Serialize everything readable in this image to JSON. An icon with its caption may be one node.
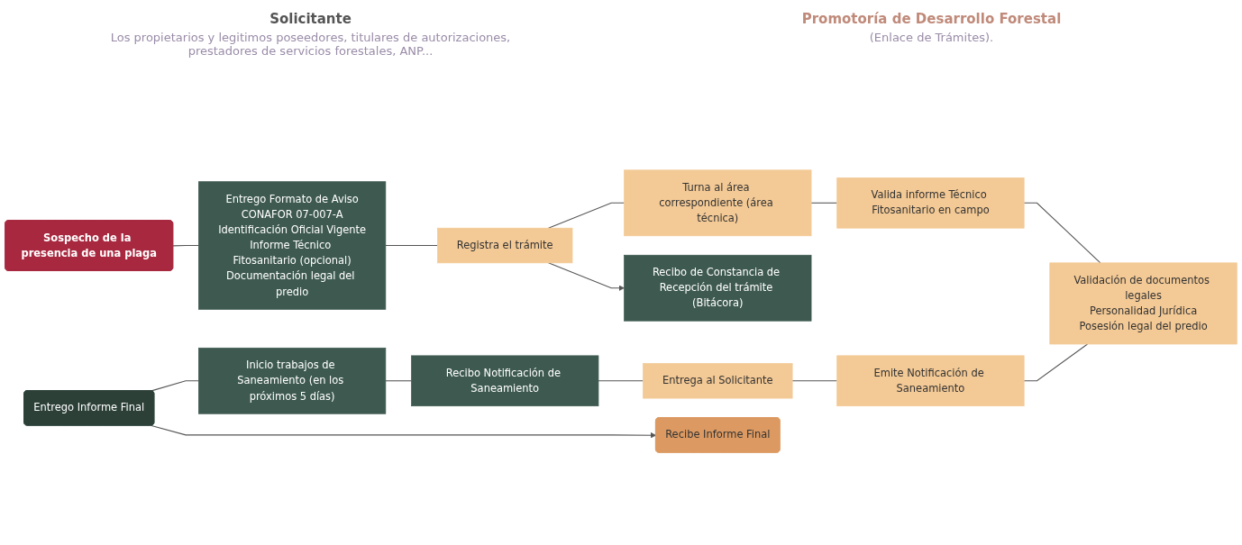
{
  "diagram": {
    "nodes": [
      {
        "text": [
          "Sospecho de la presencia de una plaga"
        ]
      },
      {
        "text": [
          "Entrego Formato de Aviso",
          "CONAFOR 07-007-A",
          "Identificación Oficial Vigente",
          "Informe Técnico Fitosanitario (opcional)",
          "Documentación legal del predio"
        ]
      },
      {
        "text": [
          "Registra el trámite"
        ]
      },
      {
        "text": [
          "Turna al área correspondiente (área técnica)"
        ]
      },
      {
        "text": [
          "Valida informe Técnico Fitosanitario en campo"
        ]
      },
      {
        "text": [
          "Recibo de Constancia de Recepción del trámite (Bitácora)"
        ]
      },
      {
        "text": [
          "Validación de documentos legales",
          "Personalidad Jurídica",
          "Posesión legal del predio"
        ]
      },
      {
        "text": [
          "Inicio trabajos de Saneamiento (en los próximos 5 días)"
        ]
      },
      {
        "text": [
          "Recibo Notificación de Saneamiento"
        ]
      },
      {
        "text": [
          "Entrega al Solicitante"
        ]
      },
      {
        "text": [
          "Emite Notificación de Saneamiento"
        ]
      },
      {
        "text": [
          "Entrego Informe Final"
        ]
      },
      {
        "text": [
          "Recibe Informe Final"
        ]
      }
    ],
    "edges": [
      {
        "from": 0,
        "to": 1,
        "arrow": "none"
      },
      {
        "from": 1,
        "to": 2,
        "arrow": "none"
      },
      {
        "from": 2,
        "to": 3,
        "arrow": "none"
      },
      {
        "from": 3,
        "to": 4,
        "arrow": "none"
      },
      {
        "from": 2,
        "to": 5,
        "arrow": "to"
      },
      {
        "from": 4,
        "to": 6,
        "arrow": "none"
      },
      {
        "from": 6,
        "to": 10,
        "arrow": "none"
      },
      {
        "from": 10,
        "to": 9,
        "arrow": "none"
      },
      {
        "from": 9,
        "to": 8,
        "arrow": "none"
      },
      {
        "from": 8,
        "to": 7,
        "arrow": "none"
      },
      {
        "from": 7,
        "to": 11,
        "arrow": "none"
      },
      {
        "from": 11,
        "to": 12,
        "arrow": "to"
      }
    ],
    "labels": [
      "Solicitante",
      "Los propietarios y legitimos poseedores, titulares de autorizaciones, prestadores de servicios forestales, ANP...",
      "Promotoría de Desarrollo Forestal",
      "(Enlace de Trámites)."
    ]
  }
}
